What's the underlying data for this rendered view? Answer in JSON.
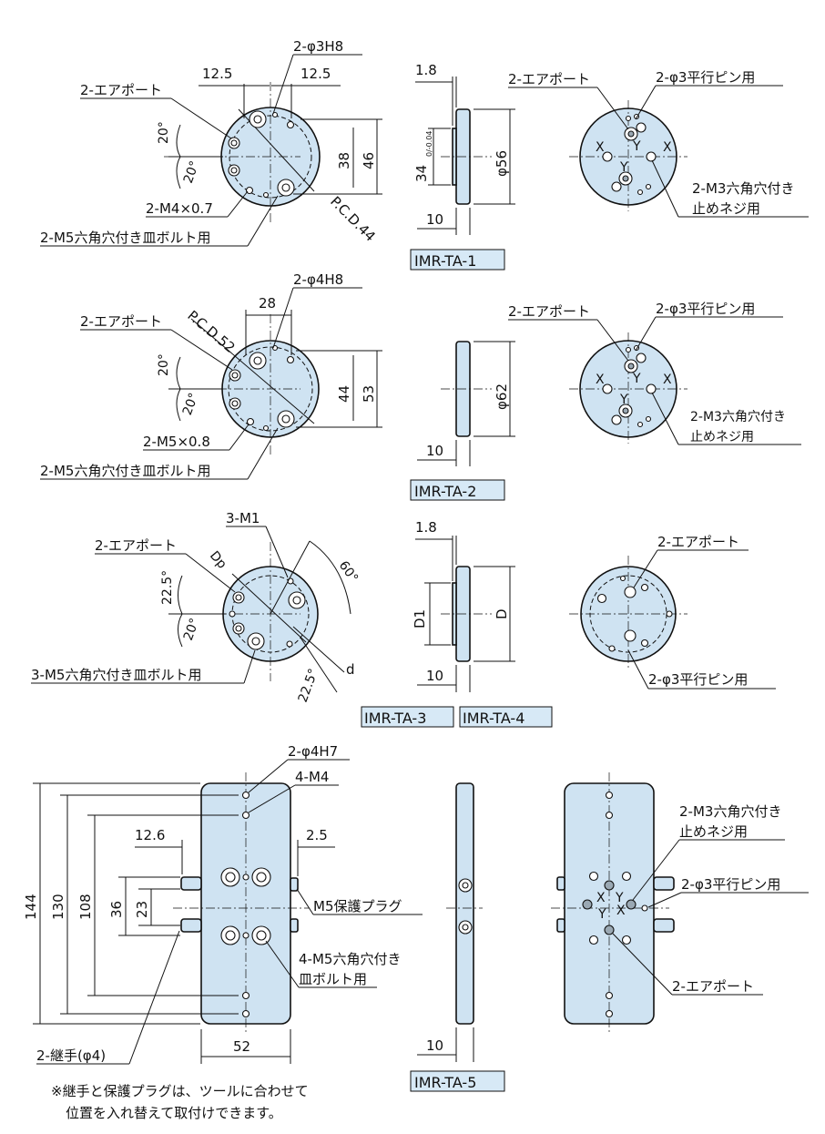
{
  "models": {
    "ta1": "IMR-TA-1",
    "ta2": "IMR-TA-2",
    "ta3": "IMR-TA-3",
    "ta4": "IMR-TA-4",
    "ta5": "IMR-TA-5"
  },
  "labels": {
    "air_port": "2-エアポート",
    "pin_hole": "2-φ3平行ピン用",
    "set_screw": "2-M3六角穴付き",
    "set_screw_2": "止めネジ用",
    "bolt_m5_2": "2-M5六角穴付き皿ボルト用",
    "bolt_m5_3": "3-M5六角穴付き皿ボルト用",
    "bolt_m5_4a": "4-M5六角穴付き",
    "bolt_m5_4b": "皿ボルト用",
    "plug": "M5保護プラグ",
    "joint": "2-継手(φ4)",
    "m4x07": "2-M4×0.7",
    "m5x08": "2-M5×0.8",
    "h8_3": "2-φ3H8",
    "h8_4": "2-φ4H8",
    "h7_4": "2-φ4H7",
    "m4_4": "4-M4",
    "m1_3": "3-M1",
    "pcd44": "P.C.D.44",
    "pcd52": "P.C.D.52",
    "dp": "Dp",
    "d_small": "d",
    "d_big": "D",
    "d1": "D1",
    "x": "X",
    "y": "Y"
  },
  "dims": {
    "d12_5": "12.5",
    "d1_8": "1.8",
    "d20": "20°",
    "d22_5": "22.5°",
    "d60": "60°",
    "d38": "38",
    "d46": "46",
    "d34": "34",
    "d34_tol": "0/-0.04",
    "phi56": "φ56",
    "phi62": "φ62",
    "d10": "10",
    "d28": "28",
    "d44": "44",
    "d53": "53",
    "d12_6": "12.6",
    "d2_5": "2.5",
    "d144": "144",
    "d130": "130",
    "d108": "108",
    "d36": "36",
    "d23": "23",
    "d52": "52"
  },
  "note": {
    "line1": "※継手と保護プラグは、ツールに合わせて",
    "line2": "位置を入れ替えて取付けできます。"
  }
}
